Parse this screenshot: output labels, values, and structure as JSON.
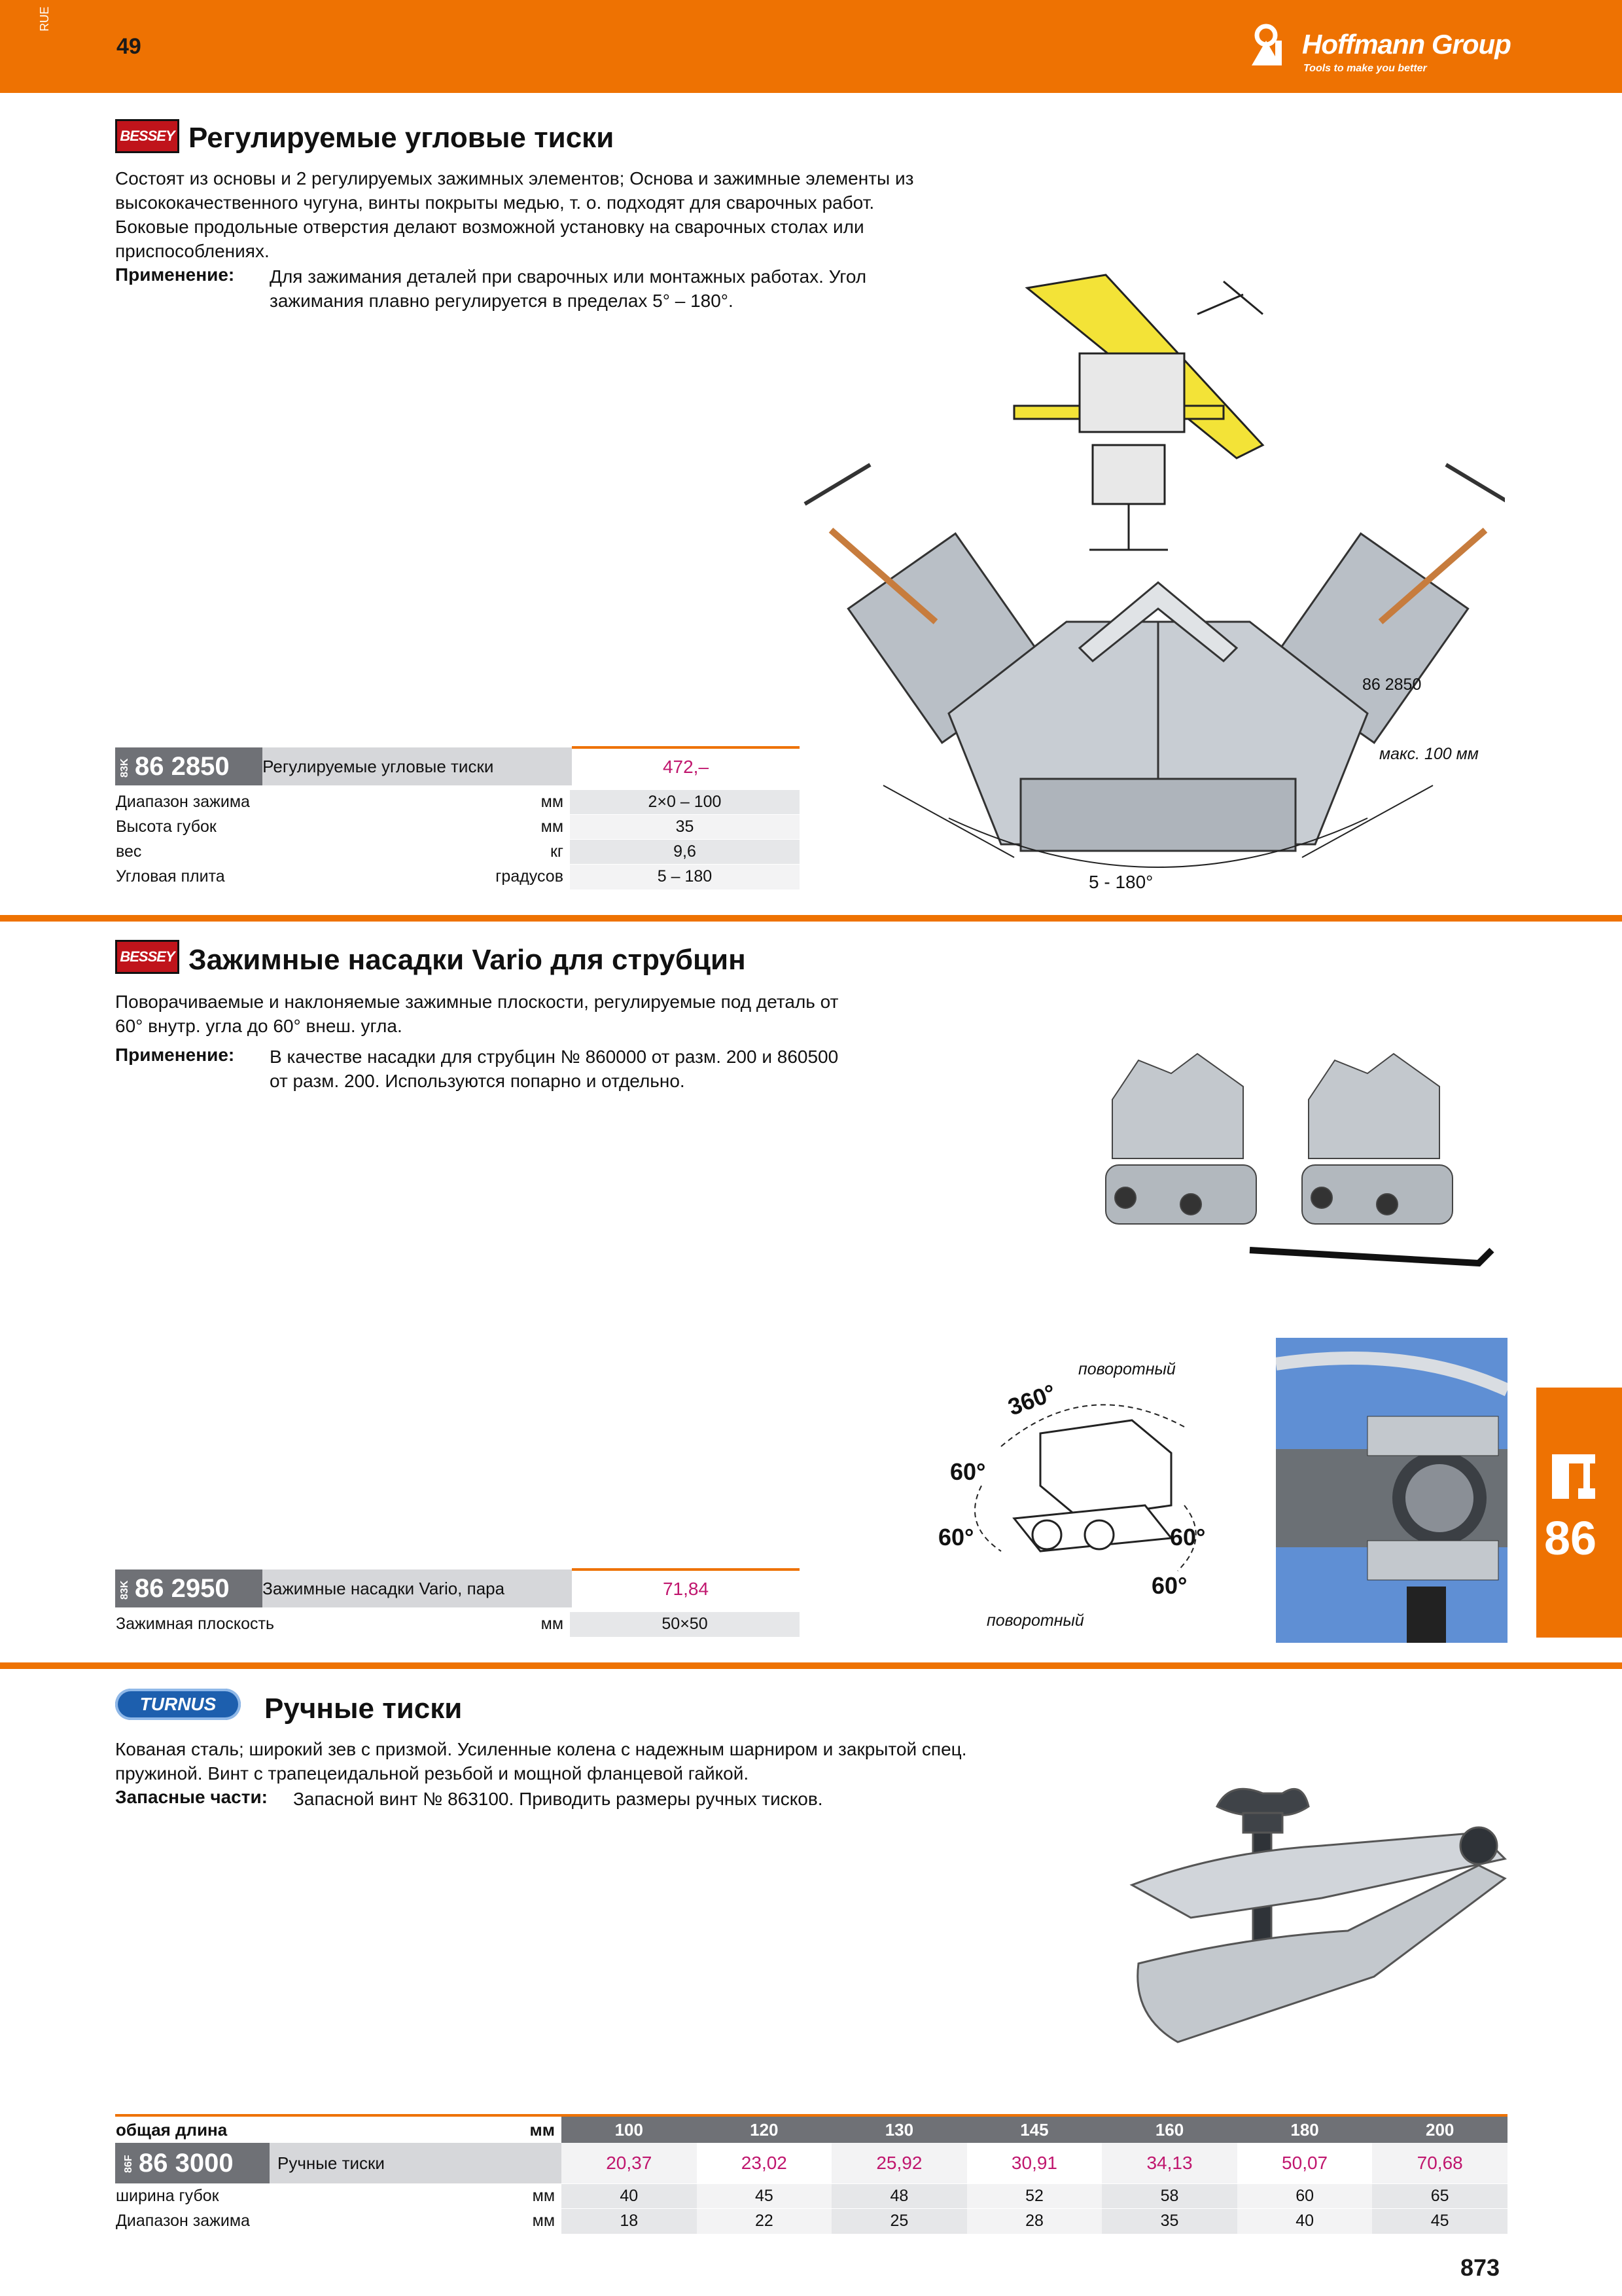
{
  "header": {
    "page_number_top": "49",
    "lang_code": "RUE",
    "brand_name": "Hoffmann Group",
    "brand_tagline": "Tools to make you better"
  },
  "section1": {
    "brand_logo": "BESSEY",
    "title": "Регулируемые угловые тиски",
    "description": "Состоят из основы и 2 регулируемых зажимных элементов; Основа и зажимные элементы из высококачественного чугуна, винты покрыты медью, т. о. подходят для сварочных работ. Боковые продольные отверстия делают возможной установку на сварочных столах или приспособлениях.",
    "application_label": "Применение:",
    "application_text": "Для зажимания деталей при сварочных или монтажных работах. Угол зажимания плавно регулируется в пределах 5° – 180°.",
    "image_label_code": "86 2850",
    "image_label_max": "макс. 100 мм",
    "image_label_angle": "5 - 180°",
    "product": {
      "prefix": "83K",
      "code": "86 2850",
      "name": "Регулируемые угловые тиски",
      "price": "472,–"
    },
    "specs": [
      {
        "label": "Диапазон зажима",
        "unit": "мм",
        "value": "2×0 – 100"
      },
      {
        "label": "Высота губок",
        "unit": "мм",
        "value": "35"
      },
      {
        "label": "вес",
        "unit": "кг",
        "value": "9,6"
      },
      {
        "label": "Угловая плита",
        "unit": "градусов",
        "value": "5 – 180"
      }
    ]
  },
  "section2": {
    "brand_logo": "BESSEY",
    "title": "Зажимные насадки Vario для струбцин",
    "description": "Поворачиваемые и наклоняемые зажимные плоскости, регулируемые под деталь от 60° внутр. угла до 60° внеш. угла.",
    "application_label": "Применение:",
    "application_text": "В качестве насадки для струбцин № 860000 от разм. 200 и 860500 от разм. 200. Используются попарно и отдельно.",
    "diagram_labels": {
      "rotating_top": "поворотный",
      "rotating_bottom": "поворотный",
      "deg360": "360°",
      "deg60_a": "60°",
      "deg60_b": "60°",
      "deg60_c": "60°",
      "deg60_d": "60°"
    },
    "product": {
      "prefix": "83K",
      "code": "86 2950",
      "name": "Зажимные насадки Vario, пара",
      "price": "71,84"
    },
    "specs": [
      {
        "label": "Зажимная плоскость",
        "unit": "мм",
        "value": "50×50"
      }
    ]
  },
  "section3": {
    "brand_logo": "TURNUS",
    "title": "Ручные тиски",
    "description": "Кованая сталь; широкий зев с призмой. Усиленные колена с надежным шарниром и закрытой спец. пружиной. Винт с трапецеидальной резьбой и мощной фланцевой гайкой.",
    "spare_label": "Запасные части:",
    "spare_text": "Запасной винт № 863100. Приводить размеры ручных тисков.",
    "table": {
      "length_label": "общая длина",
      "length_unit": "мм",
      "lengths": [
        "100",
        "120",
        "130",
        "145",
        "160",
        "180",
        "200"
      ],
      "prefix": "86F",
      "code": "86 3000",
      "name": "Ручные тиски",
      "prices": [
        "20,37",
        "23,02",
        "25,92",
        "30,91",
        "34,13",
        "50,07",
        "70,68"
      ],
      "rows": [
        {
          "label": "ширина губок",
          "unit": "мм",
          "values": [
            "40",
            "45",
            "48",
            "52",
            "58",
            "60",
            "65"
          ]
        },
        {
          "label": "Диапазон зажима",
          "unit": "мм",
          "values": [
            "18",
            "22",
            "25",
            "28",
            "35",
            "40",
            "45"
          ]
        }
      ]
    }
  },
  "side_tab": {
    "chapter": "86"
  },
  "footer": {
    "page_number": "873"
  },
  "colors": {
    "accent": "#ee7202",
    "price": "#c0166e",
    "code_bg": "#6f7176"
  }
}
